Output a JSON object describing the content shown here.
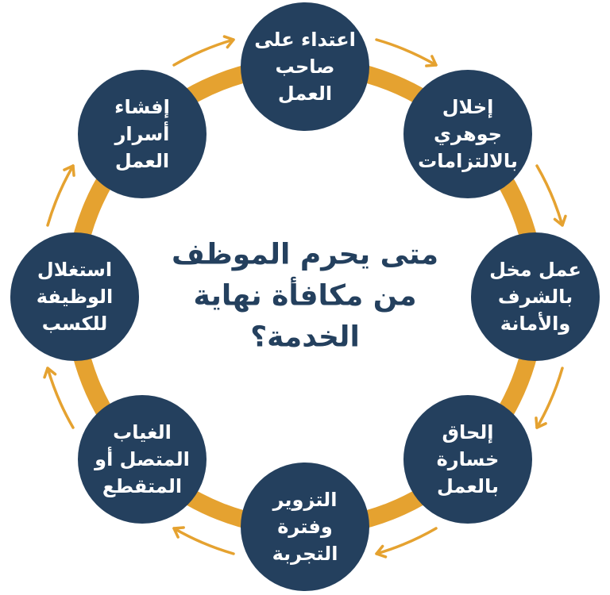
{
  "diagram": {
    "center_question": {
      "lines": [
        "متى يحرم الموظف",
        "من مكافأة نهاية",
        "الخدمة؟"
      ]
    },
    "nodes": [
      {
        "id": "assault-on-employer",
        "lines": [
          "اعتداء على",
          "صاحب",
          "العمل"
        ]
      },
      {
        "id": "material-breach-of-obligations",
        "lines": [
          "إخلال",
          "جوهري",
          "بالالتزامات"
        ]
      },
      {
        "id": "act-against-honor-and-integrity",
        "lines": [
          "عمل مخل",
          "بالشرف",
          "والأمانة"
        ]
      },
      {
        "id": "causing-loss-to-work",
        "lines": [
          "إلحاق",
          "خسارة",
          "بالعمل"
        ]
      },
      {
        "id": "forgery-and-probation-period",
        "lines": [
          "التزوير",
          "وفترة",
          "التجربة"
        ]
      },
      {
        "id": "continuous-or-intermittent-absence",
        "lines": [
          "الغياب",
          "المتصل أو",
          "المتقطع"
        ]
      },
      {
        "id": "exploiting-job-for-gain",
        "lines": [
          "استغلال",
          "الوظيفة",
          "للكسب"
        ]
      },
      {
        "id": "disclosing-work-secrets",
        "lines": [
          "إفشاء",
          "أسرار",
          "العمل"
        ]
      }
    ],
    "flow_direction": "clockwise",
    "colors": {
      "node_circle": "#24405E",
      "ring_and_arrows": "#E5A230",
      "node_text": "#FFFFFF",
      "center_text": "#24405E",
      "background": "#FFFFFF"
    }
  }
}
